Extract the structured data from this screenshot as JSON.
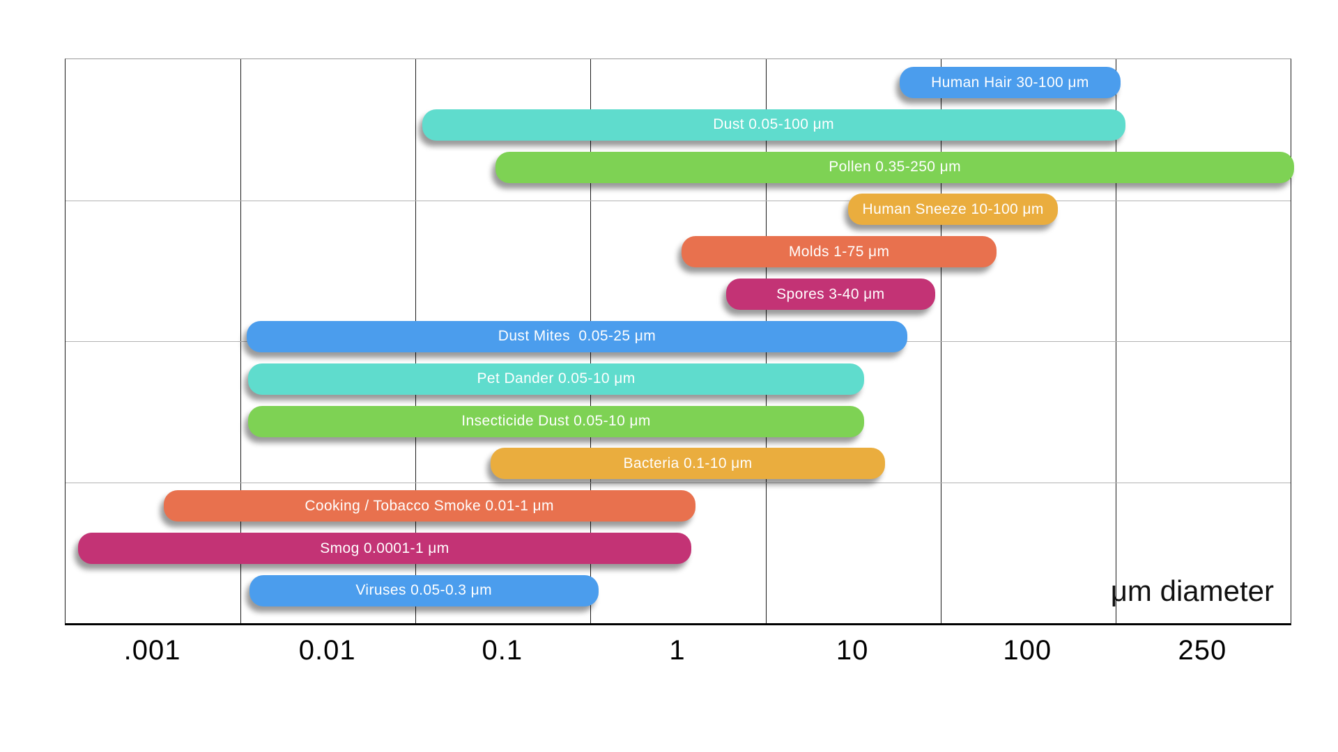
{
  "page": {
    "background_color": "#ffffff"
  },
  "chart_data": {
    "type": "bar",
    "orientation": "horizontal-range",
    "title": "",
    "xlabel": "μm diameter",
    "unit": "μm",
    "x_scale": "log",
    "x_tick_labels": [
      ".001",
      "0.01",
      "0.1",
      "1",
      "10",
      "100",
      "250"
    ],
    "bars": [
      {
        "name": "Human Hair",
        "min_um": 30,
        "max_um": 100,
        "label": "Human Hair 30-100 μm",
        "color": "#4b9ded",
        "x1_pct": 68.1,
        "x2_pct": 86.1
      },
      {
        "name": "Dust",
        "min_um": 0.05,
        "max_um": 100,
        "label": "Dust 0.05-100 μm",
        "color": "#5fdccd",
        "x1_pct": 29.1,
        "x2_pct": 86.5
      },
      {
        "name": "Pollen",
        "min_um": 0.35,
        "max_um": 250,
        "label": "Pollen 0.35-250 μm",
        "color": "#7ed254",
        "x1_pct": 35.1,
        "x2_pct": 100.3
      },
      {
        "name": "Human Sneeze",
        "min_um": 10,
        "max_um": 100,
        "label": "Human Sneeze 10-100 μm",
        "color": "#eaad3e",
        "x1_pct": 63.9,
        "x2_pct": 81.0
      },
      {
        "name": "Molds",
        "min_um": 1,
        "max_um": 75,
        "label": "Molds 1-75 μm",
        "color": "#e8714e",
        "x1_pct": 50.3,
        "x2_pct": 76.0
      },
      {
        "name": "Spores",
        "min_um": 3,
        "max_um": 40,
        "label": "Spores 3-40 μm",
        "color": "#c33375",
        "x1_pct": 53.9,
        "x2_pct": 71.0
      },
      {
        "name": "Dust Mites",
        "min_um": 0.05,
        "max_um": 25,
        "label": "Dust Mites  0.05-25 μm",
        "color": "#4b9ded",
        "x1_pct": 14.8,
        "x2_pct": 68.7
      },
      {
        "name": "Pet Dander",
        "min_um": 0.05,
        "max_um": 10,
        "label": "Pet Dander 0.05-10 μm",
        "color": "#5fdccd",
        "x1_pct": 14.9,
        "x2_pct": 65.2
      },
      {
        "name": "Insecticide Dust",
        "min_um": 0.05,
        "max_um": 10,
        "label": "Insecticide Dust 0.05-10 μm",
        "color": "#7ed254",
        "x1_pct": 14.9,
        "x2_pct": 65.2
      },
      {
        "name": "Bacteria",
        "min_um": 0.1,
        "max_um": 10,
        "label": "Bacteria 0.1-10 μm",
        "color": "#eaad3e",
        "x1_pct": 34.7,
        "x2_pct": 66.9
      },
      {
        "name": "Cooking / Tobacco Smoke",
        "min_um": 0.01,
        "max_um": 1,
        "label": "Cooking / Tobacco Smoke 0.01-1 μm",
        "color": "#e8714e",
        "x1_pct": 8.0,
        "x2_pct": 51.4
      },
      {
        "name": "Smog",
        "min_um": 0.0001,
        "max_um": 1,
        "label": "Smog 0.0001-1 μm",
        "color": "#c33375",
        "x1_pct": 1.0,
        "x2_pct": 51.1
      },
      {
        "name": "Viruses",
        "min_um": 0.05,
        "max_um": 0.3,
        "label": "Viruses 0.05-0.3 μm",
        "color": "#4b9ded",
        "x1_pct": 15.0,
        "x2_pct": 43.5
      }
    ],
    "layout": {
      "grid": true,
      "legend": "none",
      "v_gridline_pcts": [
        14.286,
        28.571,
        42.857,
        57.143,
        71.429,
        85.714
      ],
      "h_separator_pcts": [
        25,
        50,
        75
      ],
      "x_tick_center_pcts": [
        7.143,
        21.429,
        35.714,
        50,
        64.286,
        78.571,
        92.857
      ]
    }
  }
}
